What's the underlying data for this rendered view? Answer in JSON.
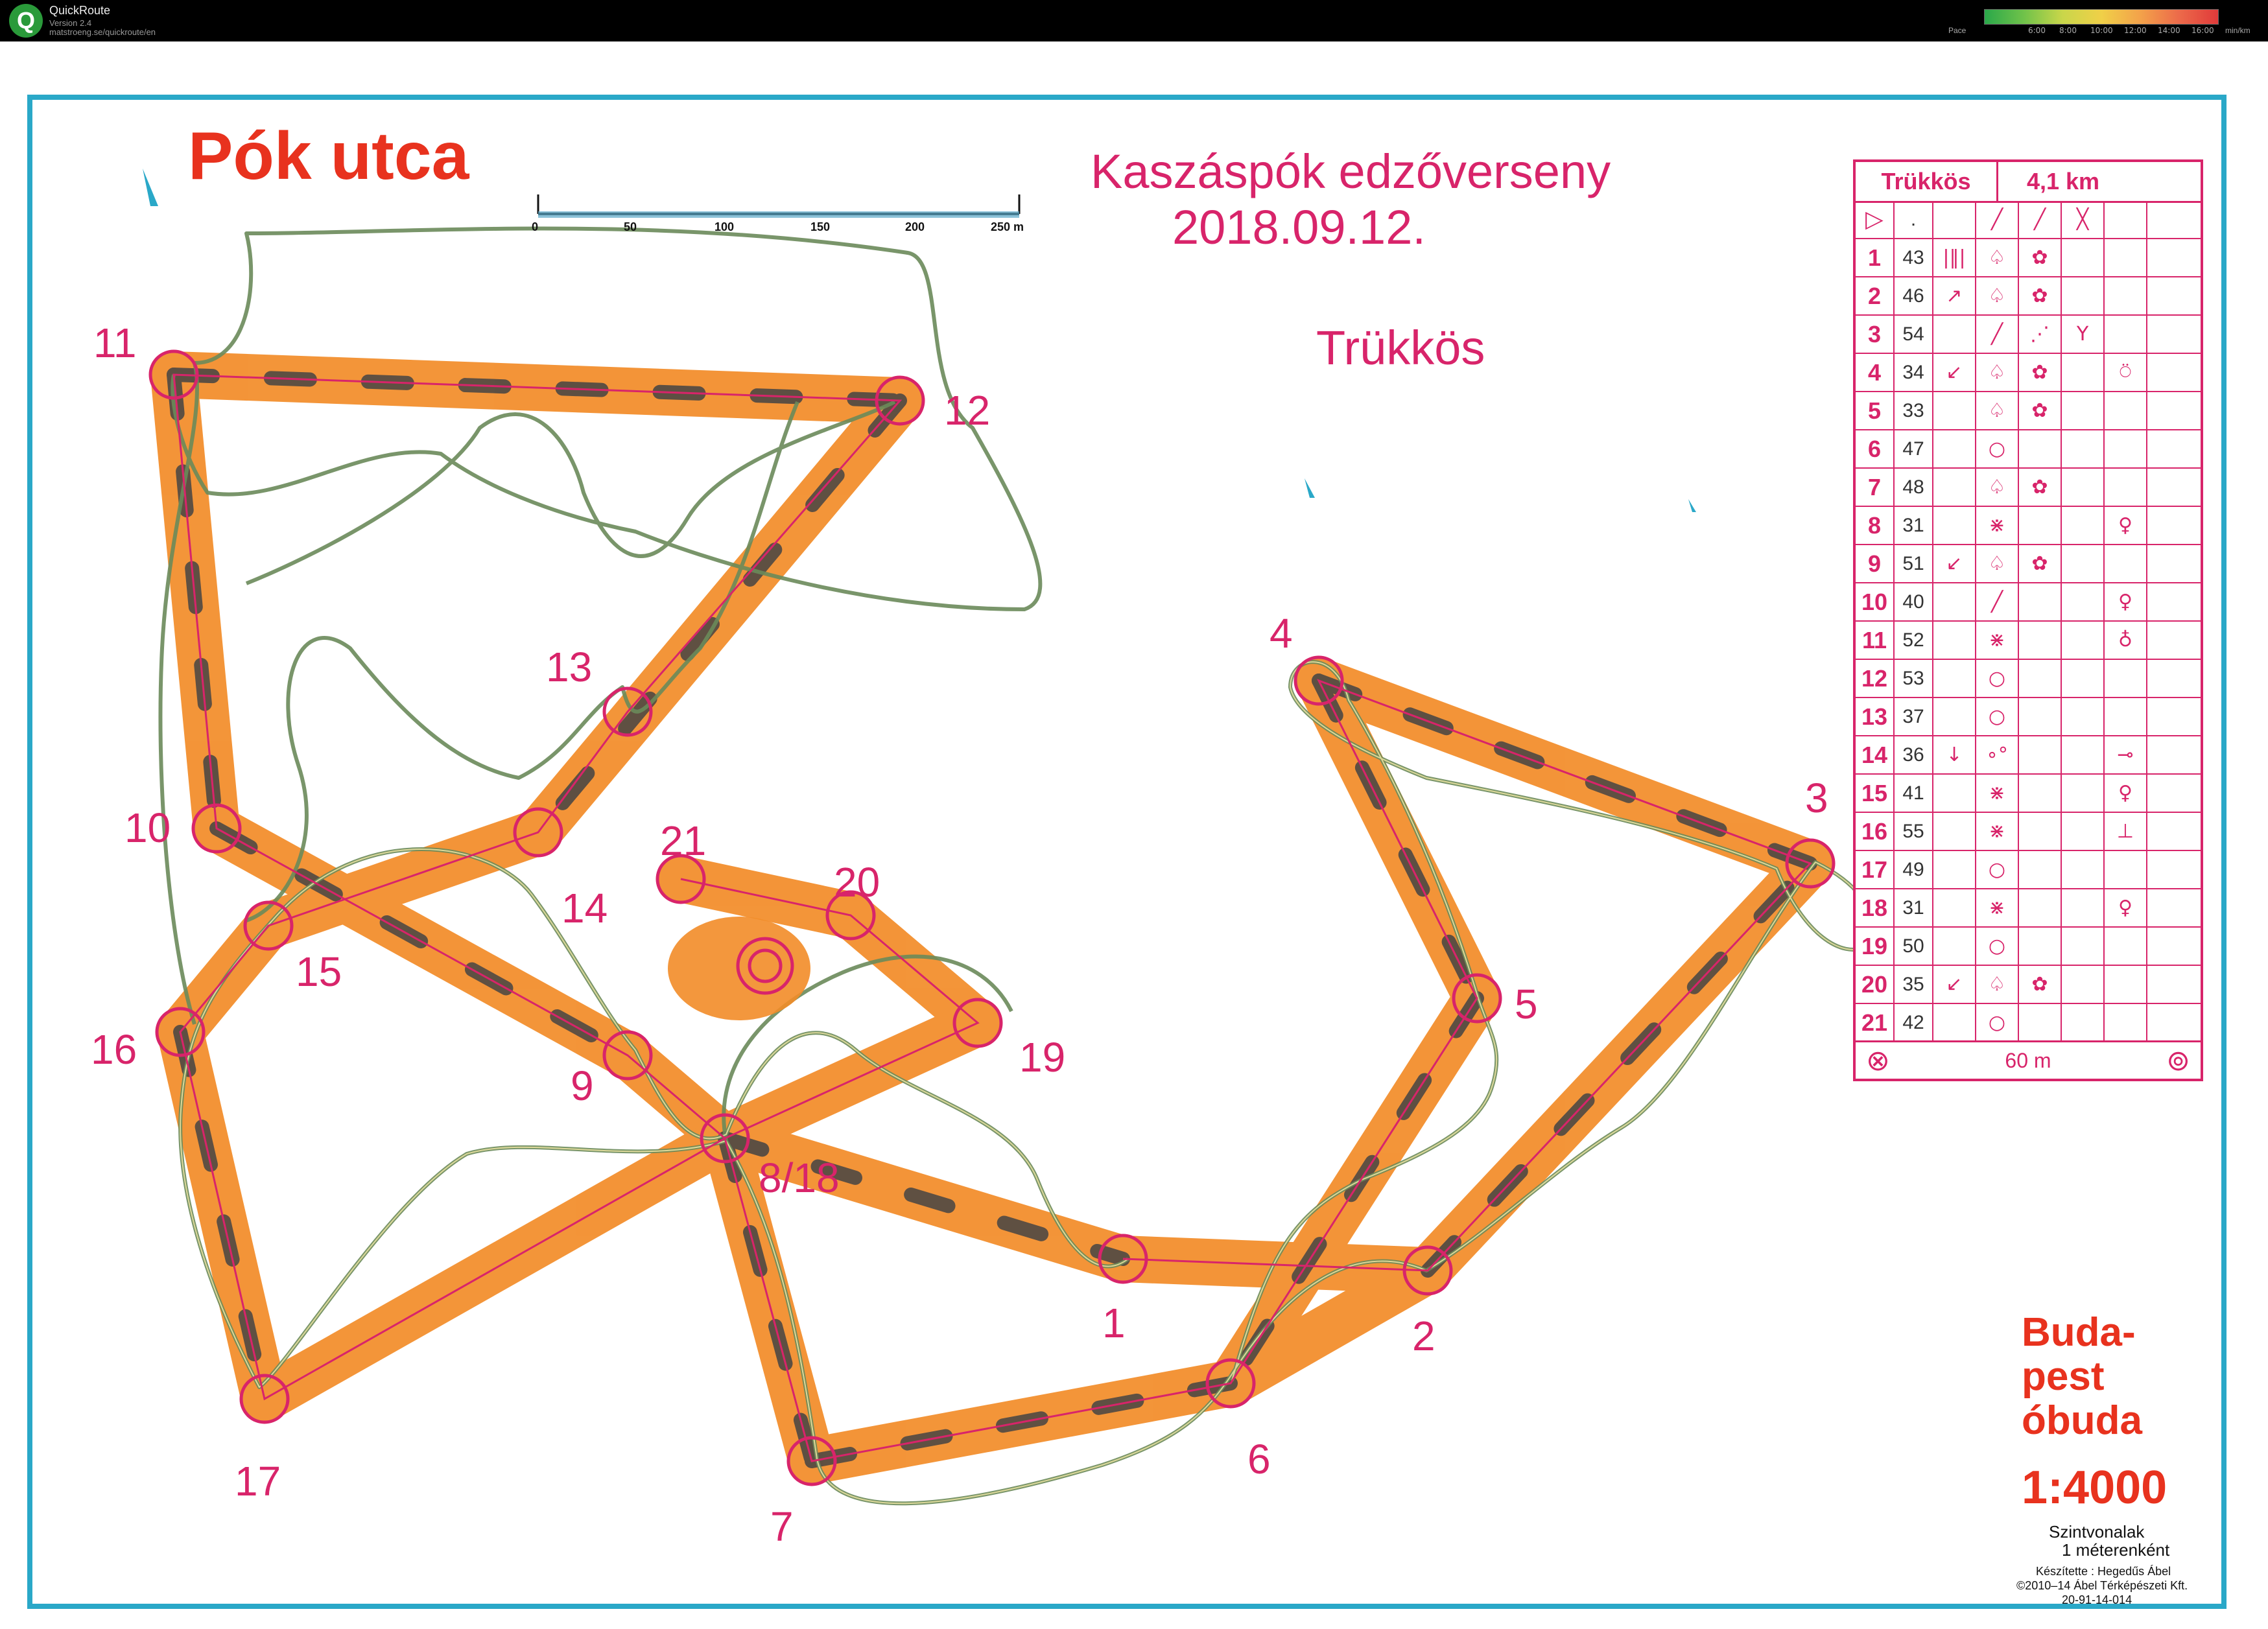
{
  "app": {
    "name": "QuickRoute",
    "version": "Version 2.4",
    "url": "matstroeng.se/quickroute/en",
    "pace_label": "Pace",
    "pace_unit": "min/km",
    "pace_ticks": [
      "6:00",
      "8:00",
      "10:00",
      "12:00",
      "14:00",
      "16:00"
    ]
  },
  "map": {
    "title": "Pók utca",
    "event_name": "Kaszáspók edzőverseny",
    "event_date": "2018.09.12.",
    "course_name": "Trükkös",
    "scale_bar_labels": [
      "0",
      "50",
      "100",
      "150",
      "200",
      "250 m"
    ],
    "region_lines": [
      "Buda-",
      "pest",
      "óbuda"
    ],
    "scale": "1:4000",
    "contour_lines": [
      "Szintvonalak",
      "1 méterenként"
    ],
    "credits": [
      "Készítette : Hegedűs Ábel",
      "©2010–14 Ábel Térképészeti Kft.",
      "20-91-14-014"
    ],
    "colors": {
      "course": "#d8246a",
      "title": "#e8321e",
      "route": "#6a8a5a",
      "terrain": "#f28c28"
    }
  },
  "controls": [
    {
      "label": "1"
    },
    {
      "label": "2"
    },
    {
      "label": "3"
    },
    {
      "label": "4"
    },
    {
      "label": "5"
    },
    {
      "label": "6"
    },
    {
      "label": "7"
    },
    {
      "label": "8/18"
    },
    {
      "label": "9"
    },
    {
      "label": "10"
    },
    {
      "label": "11"
    },
    {
      "label": "12"
    },
    {
      "label": "13"
    },
    {
      "label": "14"
    },
    {
      "label": "15"
    },
    {
      "label": "16"
    },
    {
      "label": "17"
    },
    {
      "label": "19"
    },
    {
      "label": "20"
    },
    {
      "label": "21"
    }
  ],
  "description_sheet": {
    "course": "Trükkös",
    "length": "4,1 km",
    "finish_distance": "60 m",
    "rows": [
      {
        "num": "1",
        "code": "43",
        "d": "|‖|",
        "e": "♤",
        "f": "✿",
        "g": "",
        "h": ""
      },
      {
        "num": "2",
        "code": "46",
        "d": "↗",
        "e": "♤",
        "f": "✿",
        "g": "",
        "h": ""
      },
      {
        "num": "3",
        "code": "54",
        "d": "",
        "e": "╱",
        "f": "⋰",
        "g": "Y",
        "h": ""
      },
      {
        "num": "4",
        "code": "34",
        "d": "↙",
        "e": "♤",
        "f": "✿",
        "g": "",
        "h": "⍥"
      },
      {
        "num": "5",
        "code": "33",
        "d": "",
        "e": "♤",
        "f": "✿",
        "g": "",
        "h": ""
      },
      {
        "num": "6",
        "code": "47",
        "d": "",
        "e": "○",
        "f": "",
        "g": "",
        "h": ""
      },
      {
        "num": "7",
        "code": "48",
        "d": "",
        "e": "♤",
        "f": "✿",
        "g": "",
        "h": ""
      },
      {
        "num": "8",
        "code": "31",
        "d": "",
        "e": "⋇",
        "f": "",
        "g": "",
        "h": "♀"
      },
      {
        "num": "9",
        "code": "51",
        "d": "↙",
        "e": "♤",
        "f": "✿",
        "g": "",
        "h": ""
      },
      {
        "num": "10",
        "code": "40",
        "d": "",
        "e": "╱",
        "f": "",
        "g": "",
        "h": "♀"
      },
      {
        "num": "11",
        "code": "52",
        "d": "",
        "e": "⋇",
        "f": "",
        "g": "",
        "h": "♁"
      },
      {
        "num": "12",
        "code": "53",
        "d": "",
        "e": "○",
        "f": "",
        "g": "",
        "h": ""
      },
      {
        "num": "13",
        "code": "37",
        "d": "",
        "e": "○",
        "f": "",
        "g": "",
        "h": ""
      },
      {
        "num": "14",
        "code": "36",
        "d": "↓",
        "e": "∘°",
        "f": "",
        "g": "",
        "h": "⊸"
      },
      {
        "num": "15",
        "code": "41",
        "d": "",
        "e": "⋇",
        "f": "",
        "g": "",
        "h": "♀"
      },
      {
        "num": "16",
        "code": "55",
        "d": "",
        "e": "⋇",
        "f": "",
        "g": "",
        "h": "⊥"
      },
      {
        "num": "17",
        "code": "49",
        "d": "",
        "e": "○",
        "f": "",
        "g": "",
        "h": ""
      },
      {
        "num": "18",
        "code": "31",
        "d": "",
        "e": "⋇",
        "f": "",
        "g": "",
        "h": "♀"
      },
      {
        "num": "19",
        "code": "50",
        "d": "",
        "e": "○",
        "f": "",
        "g": "",
        "h": ""
      },
      {
        "num": "20",
        "code": "35",
        "d": "↙",
        "e": "♤",
        "f": "✿",
        "g": "",
        "h": ""
      },
      {
        "num": "21",
        "code": "42",
        "d": "",
        "e": "○",
        "f": "",
        "g": "",
        "h": ""
      }
    ]
  }
}
